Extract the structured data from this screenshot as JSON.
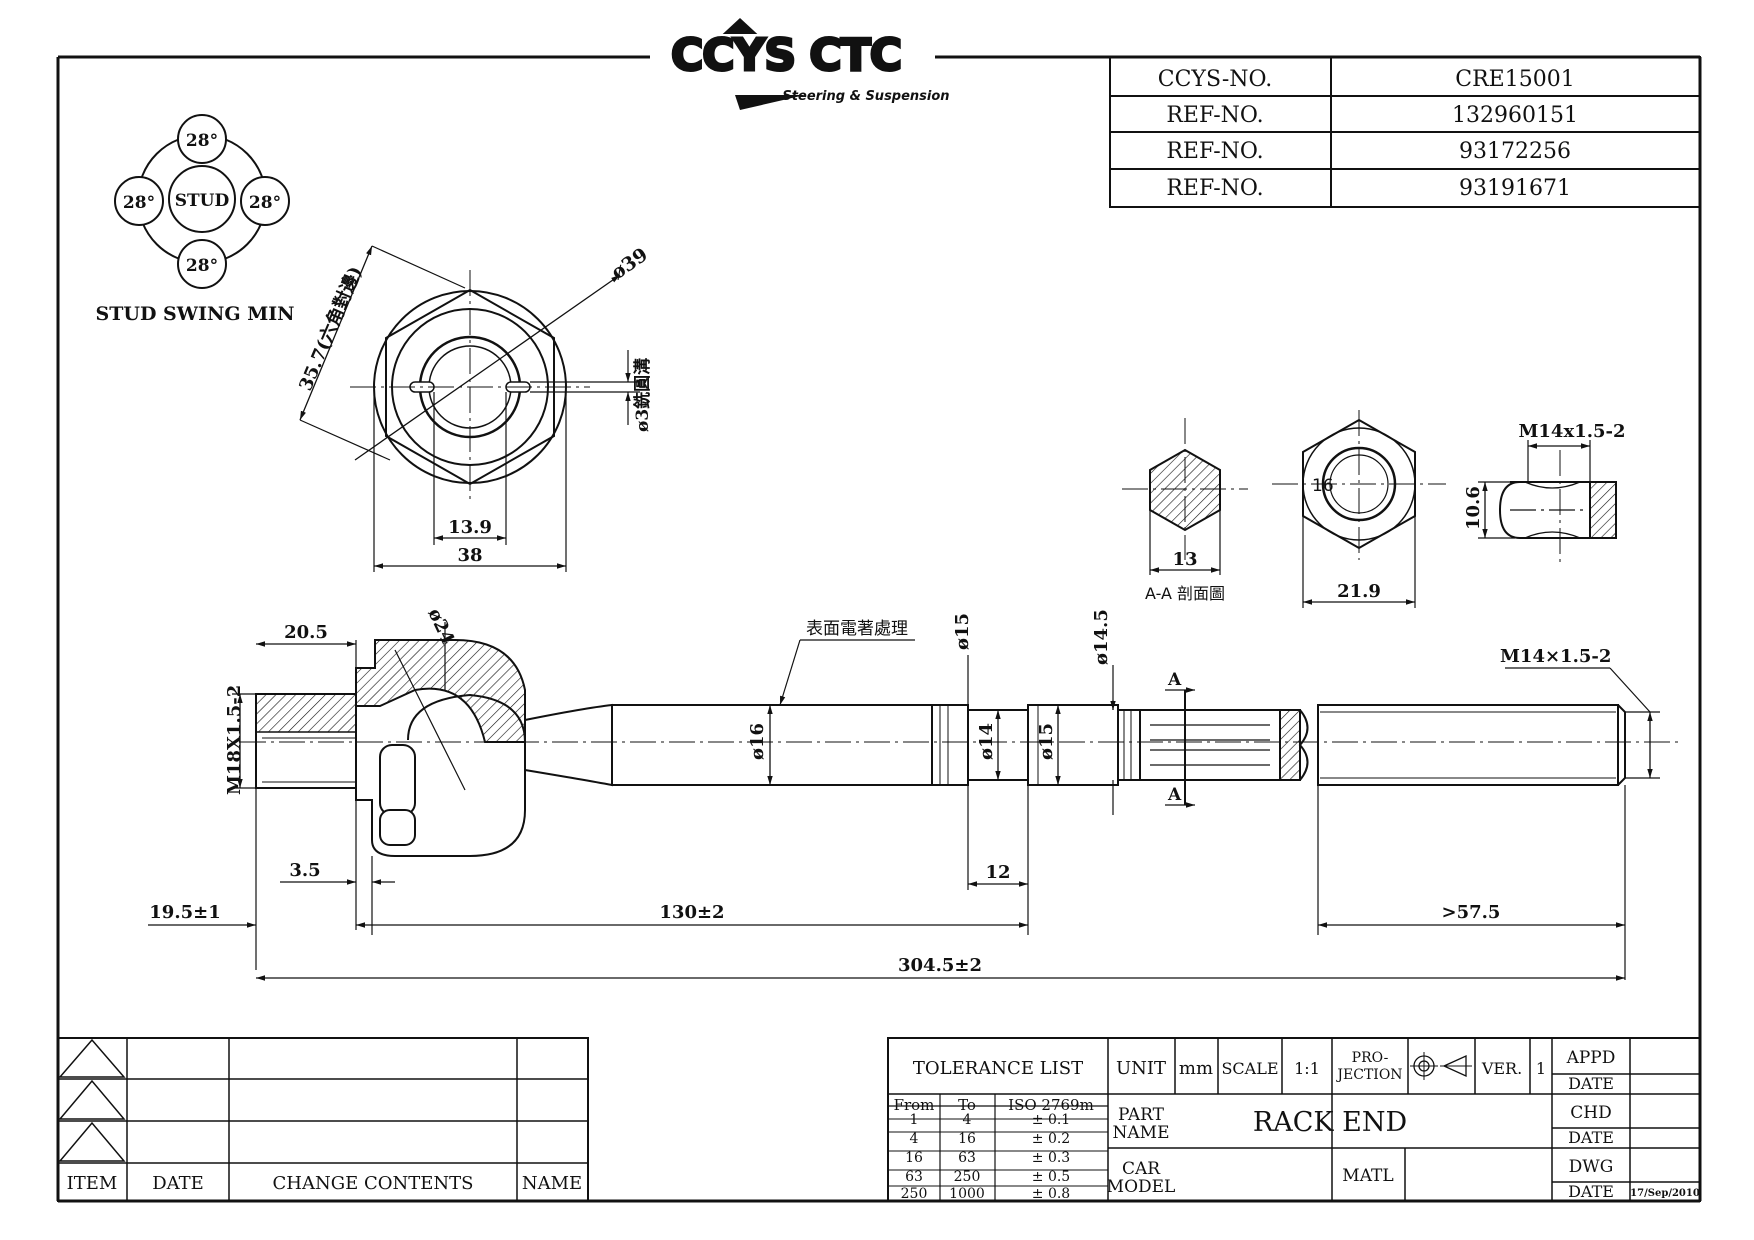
{
  "logo": {
    "brand": "CCYS CTC",
    "tagline": "Steering & Suspension"
  },
  "parts_table": [
    {
      "label": "CCYS-NO.",
      "value": "CRE15001"
    },
    {
      "label": "REF-NO.",
      "value": "132960151"
    },
    {
      "label": "REF-NO.",
      "value": "93172256"
    },
    {
      "label": "REF-NO.",
      "value": "93191671"
    }
  ],
  "stud_swing": {
    "top": "28°",
    "left": "28°",
    "right": "28°",
    "bottom": "28°",
    "center": "STUD",
    "caption": "STUD SWING MIN"
  },
  "dims": {
    "phi39": "ø39",
    "hex_ac": "35.7(六角對邊)",
    "phi3_slot": "ø3銑圓溝",
    "d13_9": "13.9",
    "d38": "38",
    "d13": "13",
    "section_aa": "A-A 剖面圖",
    "d21_9": "21.9",
    "d16_small": "16",
    "m14_nut": "M14x1.5-2",
    "d10_6": "10.6",
    "d20_5": "20.5",
    "phi24": "ø24",
    "m18": "M18X1.5-2",
    "plating": "表面電著處理",
    "phi15_a": "ø15",
    "phi16": "ø16",
    "phi14": "ø14",
    "phi15_b": "ø15",
    "phi14_5": "ø14.5",
    "sec_a": "A",
    "m14_thread": "M14×1.5-2",
    "d3_5": "3.5",
    "d12": "12",
    "d19_5": "19.5±1",
    "d130": "130±2",
    "d57_5": ">57.5",
    "d304_5": "304.5±2"
  },
  "revision": {
    "item": "ITEM",
    "date": "DATE",
    "change": "CHANGE CONTENTS",
    "name": "NAME"
  },
  "title_block": {
    "tolerance_title": "TOLERANCE LIST",
    "tol_head": [
      "From",
      "To",
      "ISO 2769m"
    ],
    "tol_rows": [
      [
        "1",
        "4",
        "± 0.1"
      ],
      [
        "4",
        "16",
        "± 0.2"
      ],
      [
        "16",
        "63",
        "± 0.3"
      ],
      [
        "63",
        "250",
        "± 0.5"
      ],
      [
        "250",
        "1000",
        "± 0.8"
      ]
    ],
    "unit_label": "UNIT",
    "unit_value": "mm",
    "scale_label": "SCALE",
    "scale_value": "1:1",
    "proj_1": "PRO-",
    "proj_2": "JECTION",
    "ver_label": "VER.",
    "ver_value": "1",
    "part_1": "PART",
    "part_2": "NAME",
    "part_name": "RACK END",
    "car_1": "CAR",
    "car_2": "MODEL",
    "matl": "MATL",
    "appd": "APPD",
    "date1": "DATE",
    "chd": "CHD",
    "date2": "DATE",
    "dwg": "DWG",
    "date3": "DATE",
    "dwg_date": "17/Sep/2010"
  }
}
